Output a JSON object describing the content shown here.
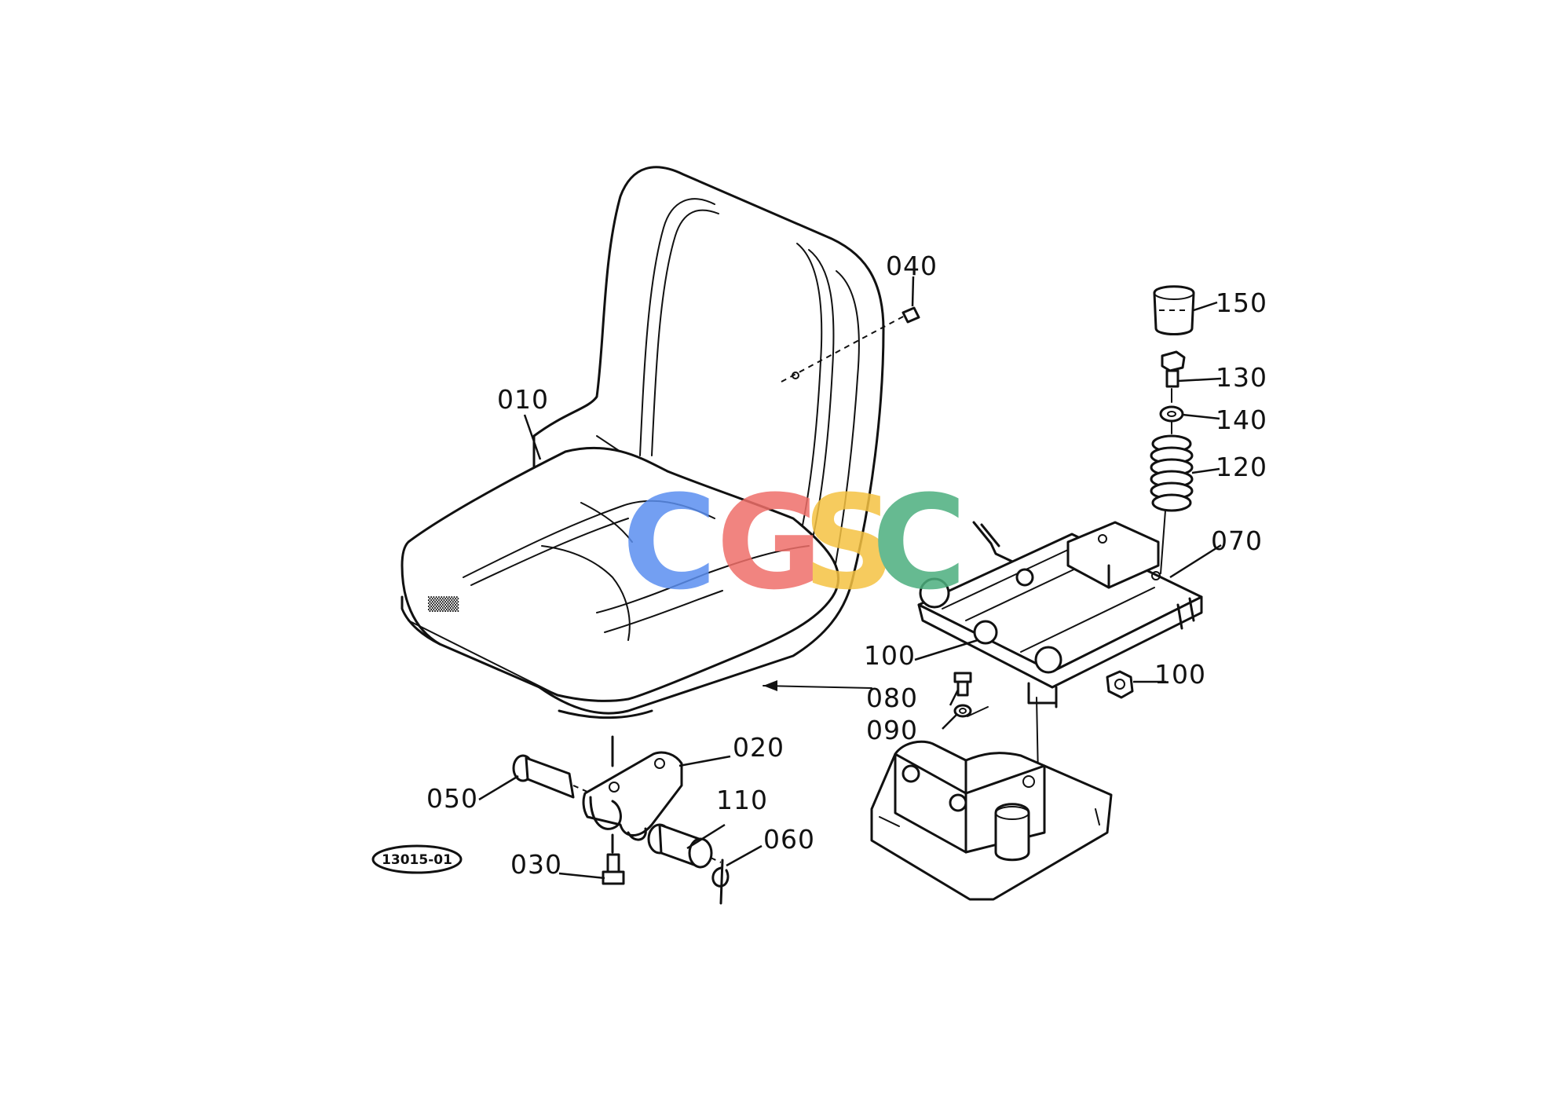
{
  "diagram": {
    "reference_code": "13015-01",
    "watermark": {
      "letters": [
        "C",
        "G",
        "S",
        "C"
      ],
      "colors": [
        "#5b8ff0",
        "#ef6f6a",
        "#f5c242",
        "#4caf7e"
      ]
    },
    "labels": {
      "p010": "010",
      "p020": "020",
      "p030": "030",
      "p040": "040",
      "p050": "050",
      "p060": "060",
      "p070": "070",
      "p080": "080",
      "p090": "090",
      "p100a": "100",
      "p100b": "100",
      "p110": "110",
      "p120": "120",
      "p130": "130",
      "p140": "140",
      "p150": "150"
    }
  }
}
